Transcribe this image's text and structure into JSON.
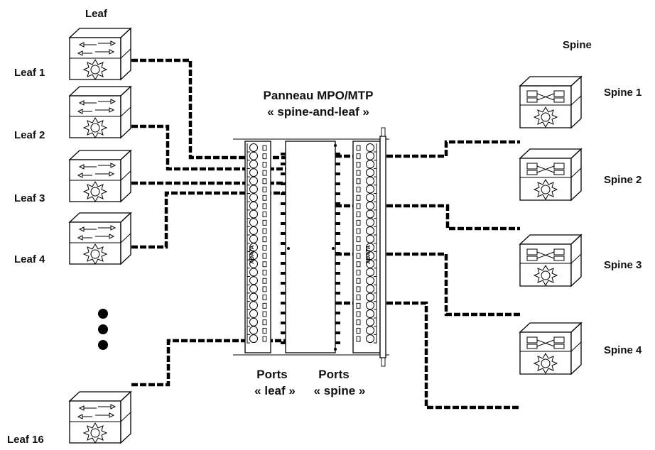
{
  "title": {
    "line1": "Panneau MPO/MTP",
    "line2": "« spine-and-leaf »"
  },
  "leaf_header": "Leaf",
  "spine_header": "Spine",
  "leaves": [
    {
      "label": "Leaf 1"
    },
    {
      "label": "Leaf 2"
    },
    {
      "label": "Leaf 3"
    },
    {
      "label": "Leaf 4"
    },
    {
      "label": "Leaf 16"
    }
  ],
  "spines": [
    {
      "label": "Spine 1"
    },
    {
      "label": "Spine 2"
    },
    {
      "label": "Spine 3"
    },
    {
      "label": "Spine 4"
    }
  ],
  "ports_leaf": {
    "line1": "Ports",
    "line2": "« leaf »"
  },
  "ports_spine": {
    "line1": "Ports",
    "line2": "« spine »"
  },
  "panel_brand": "XDATA",
  "ellipsis_dots": 3,
  "colors": {
    "line": "#000000",
    "background": "#ffffff"
  }
}
